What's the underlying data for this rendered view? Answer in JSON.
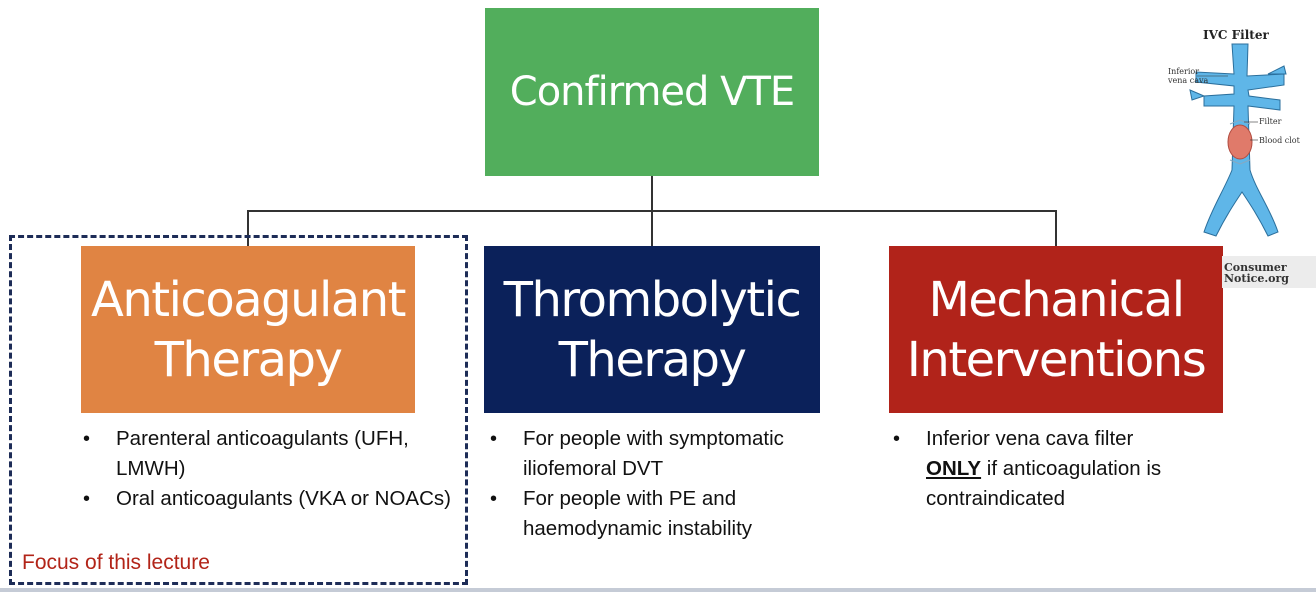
{
  "root": {
    "label": "Confirmed VTE",
    "color": "#52ae5c"
  },
  "categories": [
    {
      "line1": "Anticoagulant",
      "line2": "Therapy",
      "color": "#e08443",
      "bullets": [
        "Parenteral anticoagulants (UFH, LMWH)",
        "Oral anticoagulants (VKA or NOACs)"
      ]
    },
    {
      "line1": "Thrombolytic",
      "line2": "Therapy",
      "color": "#0b215a",
      "bullets": [
        "For people with symptomatic iliofemoral DVT",
        "For people with PE and haemodynamic instability"
      ]
    },
    {
      "line1": "Mechanical",
      "line2": "Interventions",
      "color": "#b1231a",
      "bullet_before": "Inferior vena cava filter",
      "bullet_emphasis": "ONLY",
      "bullet_after": " if anticoagulation is contraindicated"
    }
  ],
  "focus_note": "Focus of this lecture",
  "ivc_image": {
    "title": "IVC Filter",
    "label_vena1": "Inferior",
    "label_vena2": "vena cava",
    "label_filter": "Filter",
    "label_clot": "Blood clot",
    "credit_line1": "Consumer",
    "credit_line2": "Notice.org"
  }
}
